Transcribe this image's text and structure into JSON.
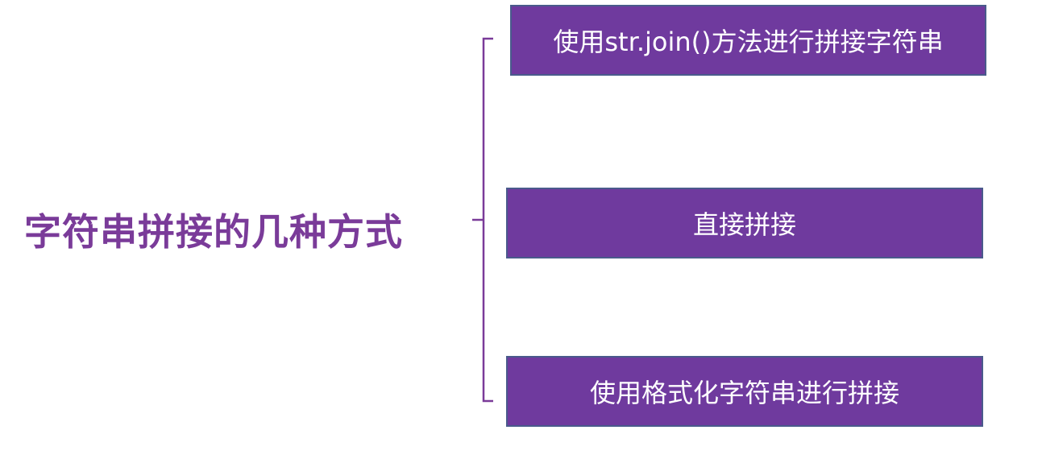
{
  "diagram": {
    "root_label": "字符串拼接的几种方式",
    "branches": [
      {
        "label": "使用str.join()方法进行拼接字符串"
      },
      {
        "label": "直接拼接"
      },
      {
        "label": "使用格式化字符串进行拼接"
      }
    ],
    "colors": {
      "title_text": "#7A3B99",
      "node_fill": "#6F3A9E",
      "node_border": "#4A5A8C",
      "node_text": "#FFFFFF",
      "bracket": "#7A3B99"
    }
  }
}
